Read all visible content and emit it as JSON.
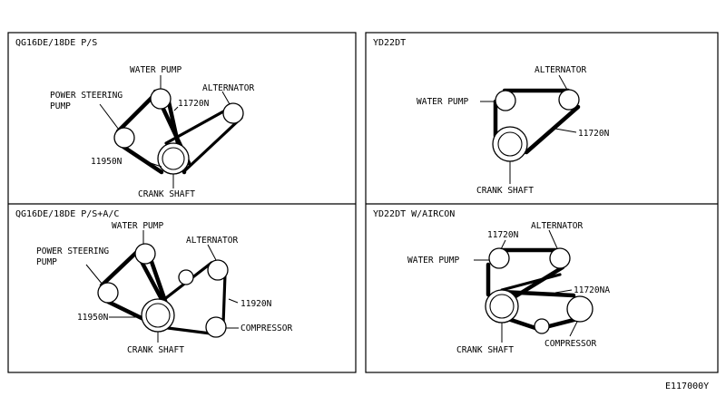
{
  "panels": {
    "top_left": {
      "heading": "QG16DE/18DE P/S",
      "labels": {
        "water_pump": "WATER PUMP",
        "power_steering_1": "POWER STEERING",
        "power_steering_2": "PUMP",
        "alternator": "ALTERNATOR",
        "belt_a": "11720N",
        "belt_b": "11950N",
        "crank_shaft": "CRANK SHAFT"
      }
    },
    "top_right": {
      "heading": "YD22DT",
      "labels": {
        "alternator": "ALTERNATOR",
        "water_pump": "WATER PUMP",
        "belt_a": "11720N",
        "crank_shaft": "CRANK SHAFT"
      }
    },
    "bottom_left": {
      "heading": "QG16DE/18DE   P/S+A/C",
      "labels": {
        "water_pump": "WATER PUMP",
        "power_steering_1": "POWER STEERING",
        "power_steering_2": "PUMP",
        "alternator": "ALTERNATOR",
        "belt_c": "11920N",
        "belt_b": "11950N",
        "compressor": "COMPRESSOR",
        "crank_shaft": "CRANK SHAFT"
      }
    },
    "bottom_right": {
      "heading": "YD22DT W/AIRCON",
      "labels": {
        "belt_a": "11720N",
        "alternator": "ALTERNATOR",
        "water_pump": "WATER PUMP",
        "belt_d": "11720NA",
        "compressor": "COMPRESSOR",
        "crank_shaft": "CRANK SHAFT"
      }
    }
  },
  "figure_code": "E117000Y"
}
